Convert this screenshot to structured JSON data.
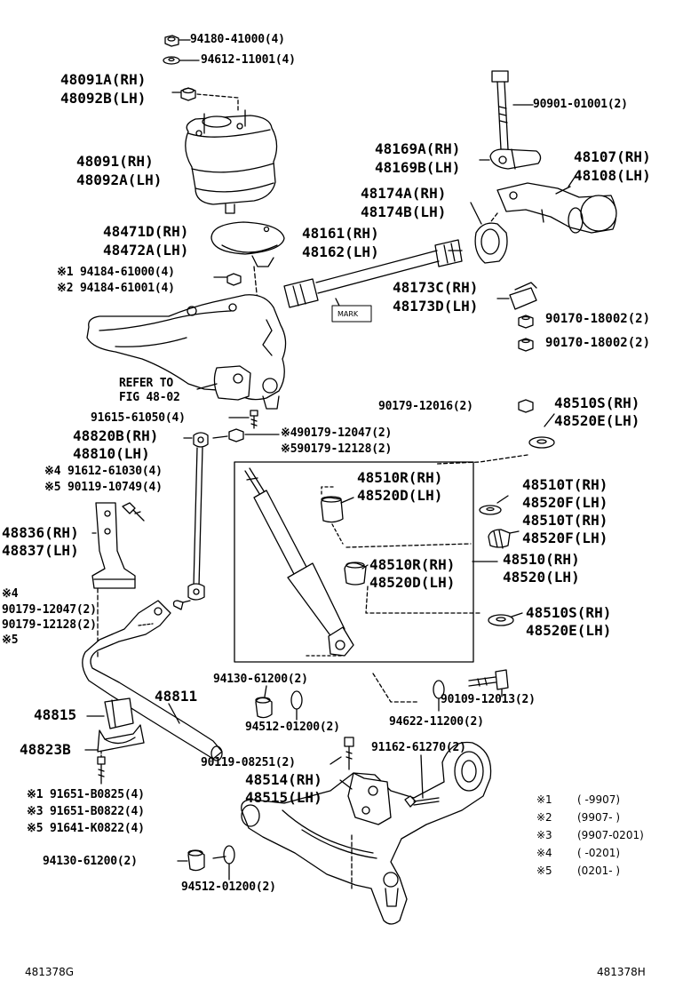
{
  "labels": {
    "p01": "94180-41000(4)",
    "p02": "94612-11001(4)",
    "p03": "48091A(RH)",
    "p04": "48092B(LH)",
    "p05": "90901-01001(2)",
    "p06": "48091(RH)",
    "p07": "48092A(LH)",
    "p08": "48169A(RH)",
    "p09": "48169B(LH)",
    "p10": "48107(RH)",
    "p11": "48108(LH)",
    "p12": "48174A(RH)",
    "p13": "48174B(LH)",
    "p14": "48471D(RH)",
    "p15": "48472A(LH)",
    "p16": "48161(RH)",
    "p17": "48162(LH)",
    "p18": "※1 94184-61000(4)",
    "p19": "※2 94184-61001(4)",
    "p20": "48173C(RH)",
    "p21": "48173D(LH)",
    "p22": "90170-18002(2)",
    "p23": "90170-18002(2)",
    "p24": "REFER TO",
    "p25": "FIG 48-02",
    "p26": "90179-12016(2)",
    "p27": "48510S(RH)",
    "p28": "48520E(LH)",
    "p29": "91615-61050(4)",
    "p30": "48820B(RH)",
    "p31": "48810(LH)",
    "p32": "※490179-12047(2)",
    "p33": "※590179-12128(2)",
    "p34": "※4 91612-61030(4)",
    "p35": "※5 90119-10749(4)",
    "p36": "48510R(RH)",
    "p37": "48520D(LH)",
    "p38": "48510T(RH)",
    "p39": "48520F(LH)",
    "p40": "48510T(RH)",
    "p41": "48520F(LH)",
    "p42": "48836(RH)",
    "p43": "48837(LH)",
    "p44": "48510R(RH)",
    "p45": "48520D(LH)",
    "p46": "48510(RH)",
    "p47": "48520(LH)",
    "p48": "※4",
    "p49": "90179-12047(2)",
    "p50": "90179-12128(2)",
    "p51": "※5",
    "p52": "48510S(RH)",
    "p53": "48520E(LH)",
    "p54": "94130-61200(2)",
    "p55": "48811",
    "p56": "90109-12013(2)",
    "p57": "48815",
    "p58": "94512-01200(2)",
    "p59": "94622-11200(2)",
    "p60": "48823B",
    "p61": "90119-08251(2)",
    "p62": "91162-61270(2)",
    "p63": "48514(RH)",
    "p64": "48515(LH)",
    "p65": "※1 91651-B0825(4)",
    "p66": "※3 91651-B0822(4)",
    "p67": "※5 91641-K0822(4)",
    "p68": "94130-61200(2)",
    "p69": "94512-01200(2)",
    "p70": "481378G",
    "p71": "481378H",
    "mark": "MARK"
  },
  "footnotes": [
    {
      "key": "※1",
      "range": "(        -9907)"
    },
    {
      "key": "※2",
      "range": "(9907-        )"
    },
    {
      "key": "※3",
      "range": "(9907-0201)"
    },
    {
      "key": "※4",
      "range": "(        -0201)"
    },
    {
      "key": "※5",
      "range": "(0201-        )"
    }
  ]
}
